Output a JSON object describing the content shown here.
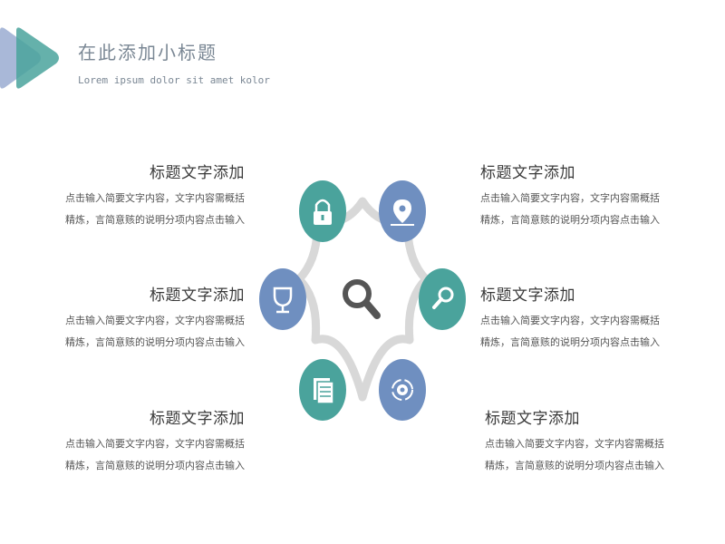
{
  "header": {
    "title": "在此添加小标题",
    "subtitle": "Lorem ipsum dolor sit amet kolor"
  },
  "colors": {
    "teal": "#4aa39c",
    "blue": "#6f8fc0",
    "ring": "#d8d8d8",
    "center_icon": "#555555"
  },
  "center_icon": "search-icon",
  "items": [
    {
      "side": "left",
      "heading": "标题文字添加",
      "line1": "点击输入简要文字内容，文字内容需概括",
      "line2": "精炼，言简意赅的说明分项内容点击输入"
    },
    {
      "side": "left",
      "heading": "标题文字添加",
      "line1": "点击输入简要文字内容，文字内容需概括",
      "line2": "精炼，言简意赅的说明分项内容点击输入"
    },
    {
      "side": "left",
      "heading": "标题文字添加",
      "line1": "点击输入简要文字内容，文字内容需概括",
      "line2": "精炼，言简意赅的说明分项内容点击输入"
    },
    {
      "side": "right",
      "heading": "标题文字添加",
      "line1": "点击输入简要文字内容，文字内容需概括",
      "line2": "精炼，言简意赅的说明分项内容点击输入"
    },
    {
      "side": "right",
      "heading": "标题文字添加",
      "line1": "点击输入简要文字内容，文字内容需概括",
      "line2": "精炼，言简意赅的说明分项内容点击输入"
    },
    {
      "side": "right",
      "heading": "标题文字添加",
      "line1": "点击输入简要文字内容，文字内容需概括",
      "line2": "精炼，言简意赅的说明分项内容点击输入"
    }
  ],
  "nodes": [
    {
      "icon": "lock-icon",
      "color": "teal"
    },
    {
      "icon": "location-icon",
      "color": "blue"
    },
    {
      "icon": "trophy-icon",
      "color": "blue"
    },
    {
      "icon": "search-icon",
      "color": "teal"
    },
    {
      "icon": "document-icon",
      "color": "teal"
    },
    {
      "icon": "gear-cycle-icon",
      "color": "blue"
    }
  ]
}
